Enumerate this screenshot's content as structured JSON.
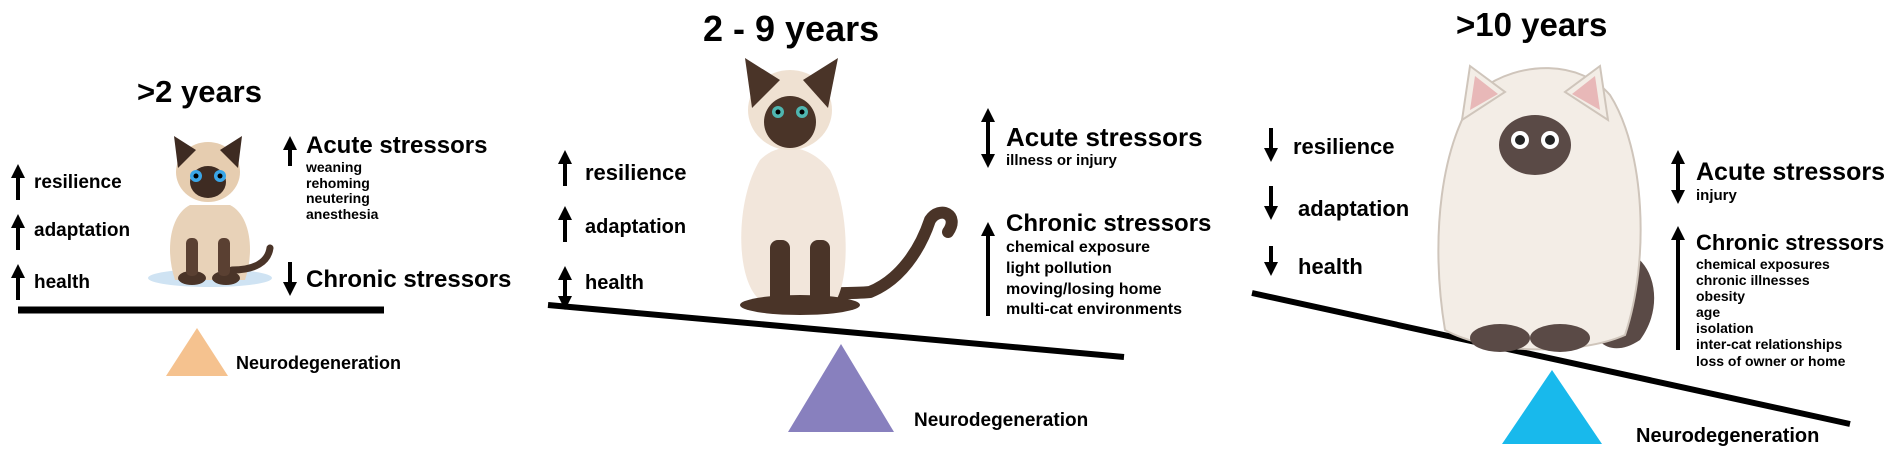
{
  "panels": [
    {
      "title": ">2 years",
      "left_factors": [
        "resilience",
        "adaptation",
        "health"
      ],
      "acute": {
        "label": "Acute stressors",
        "items": [
          "weaning",
          "rehoming",
          "neutering",
          "anesthesia"
        ]
      },
      "chronic": {
        "label": "Chronic stressors",
        "items": []
      },
      "fulcrum_label": "Neurodegeneration",
      "fulcrum_color": "#f5c28f"
    },
    {
      "title": "2 - 9 years",
      "left_factors": [
        "resilience",
        "adaptation",
        "health"
      ],
      "acute": {
        "label": "Acute stressors",
        "items": [
          "illness or injury"
        ]
      },
      "chronic": {
        "label": "Chronic stressors",
        "items": [
          "chemical exposure",
          "light pollution",
          "moving/losing home",
          "multi-cat environments"
        ]
      },
      "fulcrum_label": "Neurodegeneration",
      "fulcrum_color": "#8880be"
    },
    {
      "title": ">10 years",
      "left_factors": [
        "resilience",
        "adaptation",
        "health"
      ],
      "acute": {
        "label": "Acute stressors",
        "items": [
          "injury"
        ]
      },
      "chronic": {
        "label": "Chronic stressors",
        "items": [
          "chemical exposures",
          "chronic illnesses",
          "obesity",
          "age",
          "isolation",
          "inter-cat relationships",
          "loss of owner or home"
        ]
      },
      "fulcrum_label": "Neurodegeneration",
      "fulcrum_color": "#18b9ec"
    }
  ]
}
